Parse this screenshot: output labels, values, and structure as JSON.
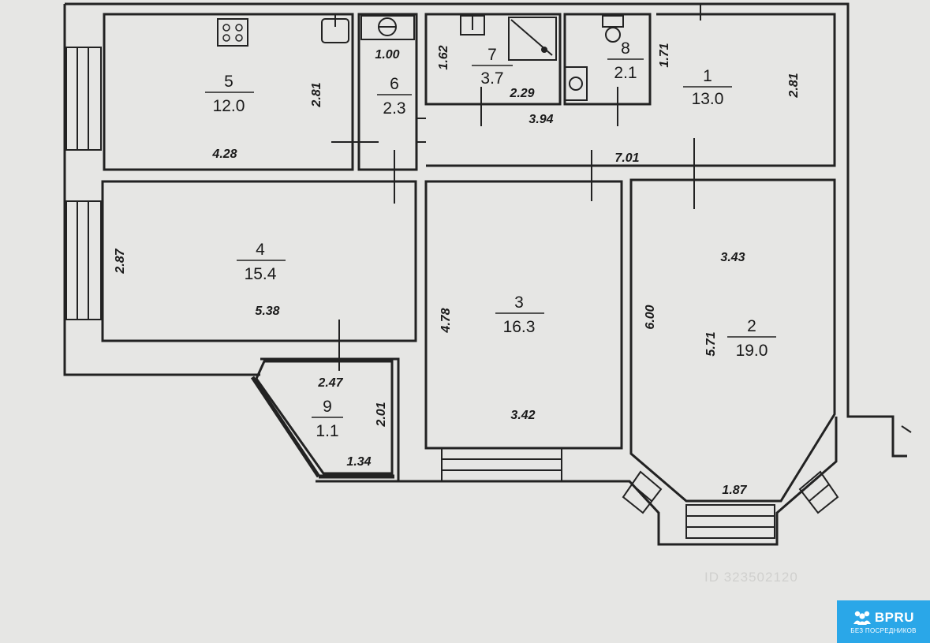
{
  "plan": {
    "rooms": [
      {
        "number": "1",
        "area": "13.0"
      },
      {
        "number": "2",
        "area": "19.0"
      },
      {
        "number": "3",
        "area": "16.3"
      },
      {
        "number": "4",
        "area": "15.4"
      },
      {
        "number": "5",
        "area": "12.0"
      },
      {
        "number": "6",
        "area": "2.3"
      },
      {
        "number": "7",
        "area": "3.7"
      },
      {
        "number": "8",
        "area": "2.1"
      },
      {
        "number": "9",
        "area": "1.1"
      }
    ],
    "dimensions": {
      "r5_width": "4.28",
      "r5_height": "2.81",
      "r6_width": "1.00",
      "r7_height": "1.62",
      "r7_width": "2.29",
      "hall_width": "3.94",
      "r8_height": "1.71",
      "r1_height": "2.81",
      "corridor_width": "7.01",
      "r4_height": "2.87",
      "r4_width": "5.38",
      "r3_height": "4.78",
      "r3_width": "3.42",
      "r2_top_width": "3.43",
      "r2_height_outer": "6.00",
      "r2_height_inner": "5.71",
      "r2_bay_width": "1.87",
      "r9_top": "2.47",
      "r9_height": "2.01",
      "r9_bottom": "1.34"
    },
    "watermark_id": "ID 323502120"
  },
  "badge": {
    "name": "BPRU",
    "tagline": "БЕЗ ПОСРЕДНИКОВ",
    "icon": "people-icon",
    "color": "#2aa7e8"
  }
}
